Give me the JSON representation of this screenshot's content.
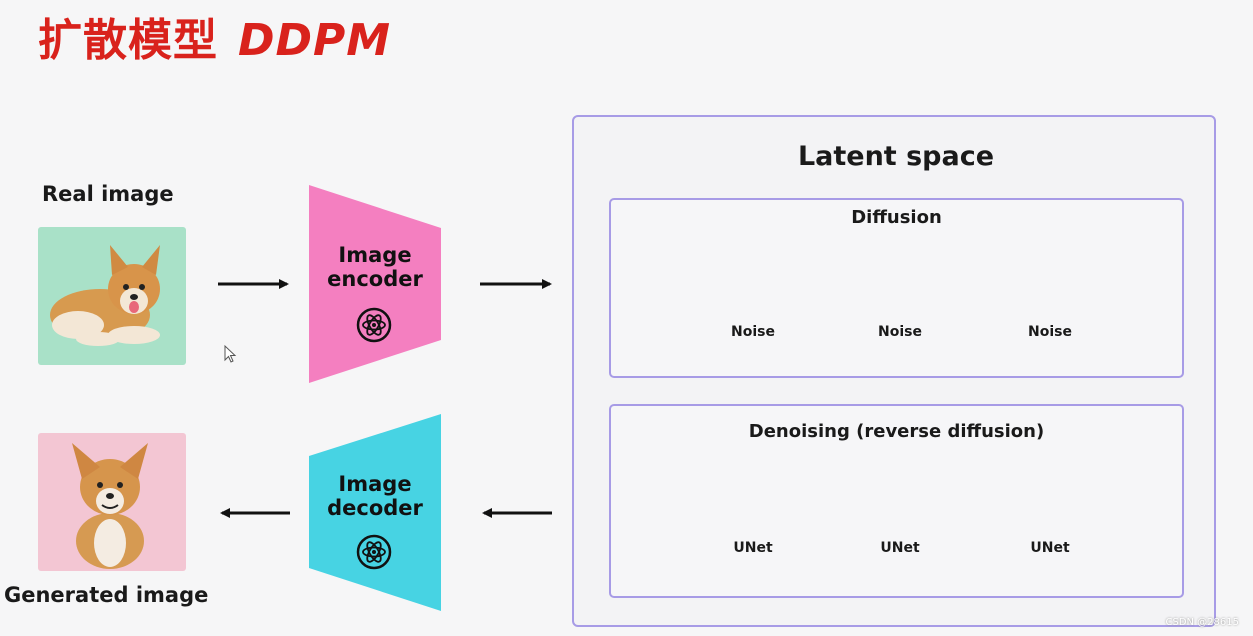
{
  "title": {
    "cjk": "扩散模型",
    "latin": "DDPM"
  },
  "real_image": {
    "label": "Real image"
  },
  "generated_image": {
    "label": "Generated image"
  },
  "encoder": {
    "line1": "Image",
    "line2": "encoder",
    "color": "#f47fc0",
    "icon": "atom-icon"
  },
  "decoder": {
    "line1": "Image",
    "line2": "decoder",
    "color": "#47d3e3",
    "icon": "atom-icon"
  },
  "latent": {
    "title": "Latent space",
    "border_color": "#a79be6"
  },
  "diffusion": {
    "title": "Diffusion",
    "step_label": "Noise",
    "step_labels": [
      "Noise",
      "Noise",
      "Noise"
    ],
    "block_color": "#6e6e70",
    "direction": "forward"
  },
  "denoising": {
    "title": "Denoising (reverse diffusion)",
    "step_labels": [
      "UNet",
      "UNet",
      "UNet"
    ],
    "block_color": "#8c5cf2",
    "direction": "reverse"
  },
  "watermark": "CSDN @28615"
}
